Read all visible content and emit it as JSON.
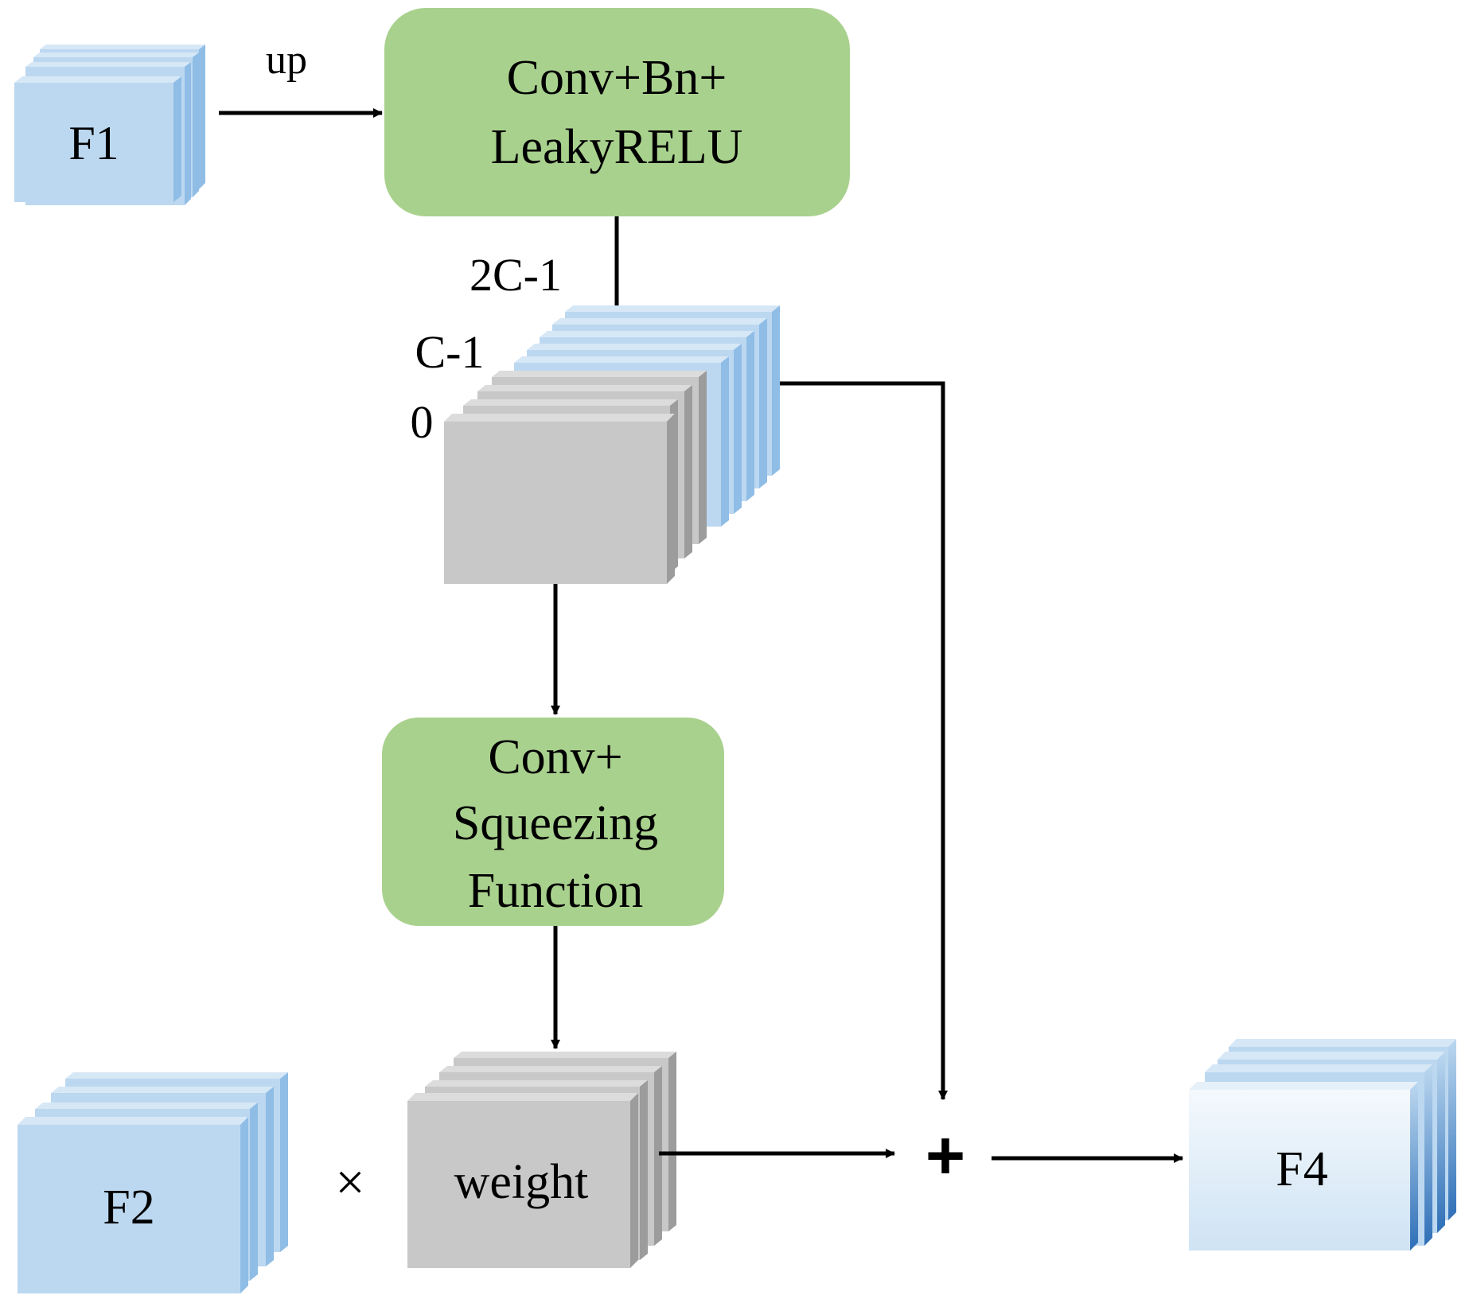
{
  "nodes": {
    "f1": {
      "label": "F1"
    },
    "f2": {
      "label": "F2"
    },
    "f4": {
      "label": "F4"
    },
    "weight": {
      "label": "weight"
    },
    "conv_bn": {
      "line1": "Conv+Bn+",
      "line2": "LeakyRELU"
    },
    "conv_sq": {
      "line1": "Conv+",
      "line2": "Squeezing",
      "line3": "Function"
    }
  },
  "edge_labels": {
    "up": "up"
  },
  "channel_labels": {
    "top": "2C-1",
    "mid": "C-1",
    "zero": "0"
  },
  "operators": {
    "multiply": "×",
    "add": "+"
  },
  "colors": {
    "blue_fill": "#bcd8f0",
    "blue_side": "#8fbde6",
    "gray_fill": "#c8c8c8",
    "gray_side": "#9c9c9c",
    "green_box": "#a9d18e",
    "f4_edge": "#2e6fb7"
  }
}
